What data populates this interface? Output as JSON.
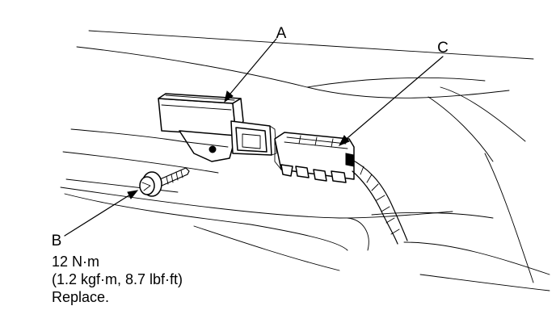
{
  "callouts": {
    "a": {
      "letter": "A"
    },
    "b": {
      "letter": "B"
    },
    "c": {
      "letter": "C"
    }
  },
  "bolt_spec": {
    "torque": "12 N·m",
    "torque_alt": "(1.2 kgf·m, 8.7 lbf·ft)",
    "instruction": "Replace."
  }
}
